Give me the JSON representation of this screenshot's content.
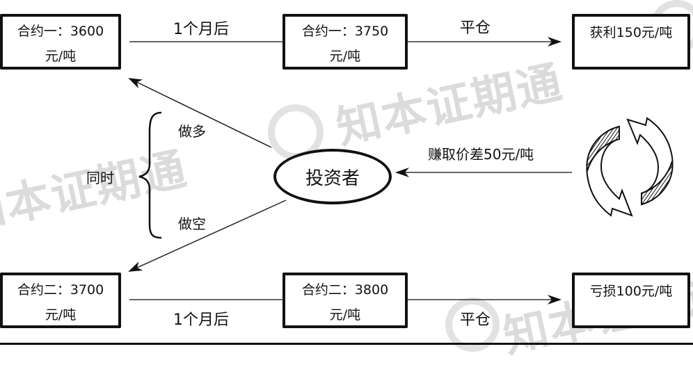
{
  "watermark": {
    "text": "知本证期通"
  },
  "top_row": {
    "contract_start": {
      "line1": "合约一：3600",
      "line2": "元/吨"
    },
    "period_label": "1个月后",
    "contract_end": {
      "line1": "合约一：3750",
      "line2": "元/吨"
    },
    "close_label": "平仓",
    "result": "获利150元/吨"
  },
  "bottom_row": {
    "contract_start": {
      "line1": "合约二：3700",
      "line2": "元/吨"
    },
    "period_label": "1个月后",
    "contract_end": {
      "line1": "合约二：3800",
      "line2": "元/吨"
    },
    "close_label": "平仓",
    "result": "亏损100元/吨"
  },
  "center": {
    "investor": "投资者",
    "simultaneous": "同时",
    "long": "做多",
    "short": "做空",
    "spread_label": "赚取价差50元/吨"
  },
  "icons": {
    "cycle": "recycle-arrows-icon"
  }
}
